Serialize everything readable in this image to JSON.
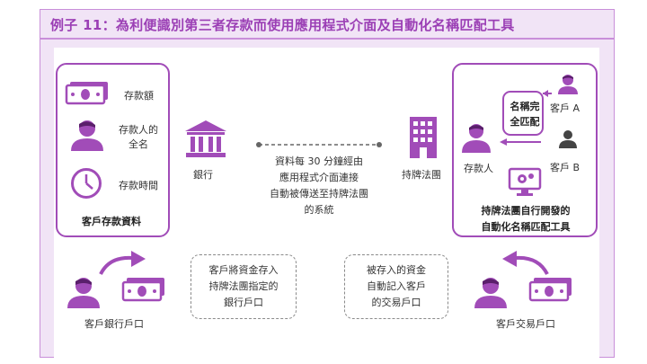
{
  "title": "例子 11：為利便識別第三者存款而使用應用程式介面及自動化名稱匹配工具",
  "left_box": {
    "items": [
      {
        "icon": "money-icon",
        "label": "存款額"
      },
      {
        "icon": "person-icon",
        "label": "存款人的\n全名"
      },
      {
        "icon": "clock-icon",
        "label": "存款時間"
      }
    ],
    "caption": "客戶存款資料"
  },
  "bank": {
    "icon": "bank-icon",
    "label": "銀行"
  },
  "flow_text": "資料每 30 分鐘經由\n應用程式介面連接\n自動被傳送至持牌法團\n的系統",
  "corp": {
    "icon": "building-icon",
    "label": "持牌法團"
  },
  "right_box": {
    "depositor": "存款人",
    "match_tag": "名稱完\n全匹配",
    "client_a": "客戶 A",
    "client_b": "客戶 B",
    "caption": "持牌法團自行開發的\n自動化名稱匹配工具"
  },
  "bottom": {
    "left_label": "客戶銀行戶口",
    "left_note": "客戶將資金存入\n持牌法團指定的\n銀行戶口",
    "right_note": "被存入的資金\n自動記入客戶\n的交易戶口",
    "right_label": "客戶交易戶口"
  },
  "colors": {
    "accent": "#9b3fb5",
    "box_border": "#a14cb8",
    "background": "#f1e4f6"
  }
}
